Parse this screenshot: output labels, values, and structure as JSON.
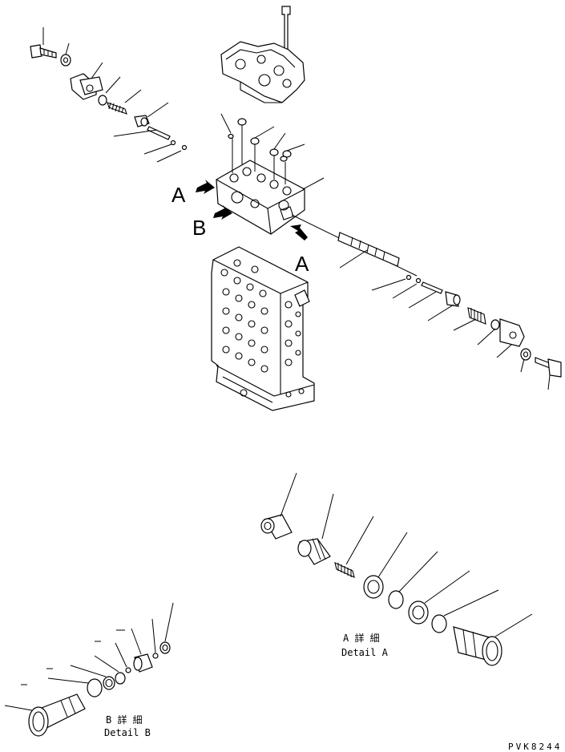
{
  "labels": {
    "view_a_upper": "A",
    "view_b": "B",
    "view_a_lower": "A",
    "detail_a_jp": "A 詳 細",
    "detail_a_en": "Detail A",
    "detail_b_jp": "B 詳 細",
    "detail_b_en": "Detail B",
    "drawing_code": "PVK8244"
  }
}
